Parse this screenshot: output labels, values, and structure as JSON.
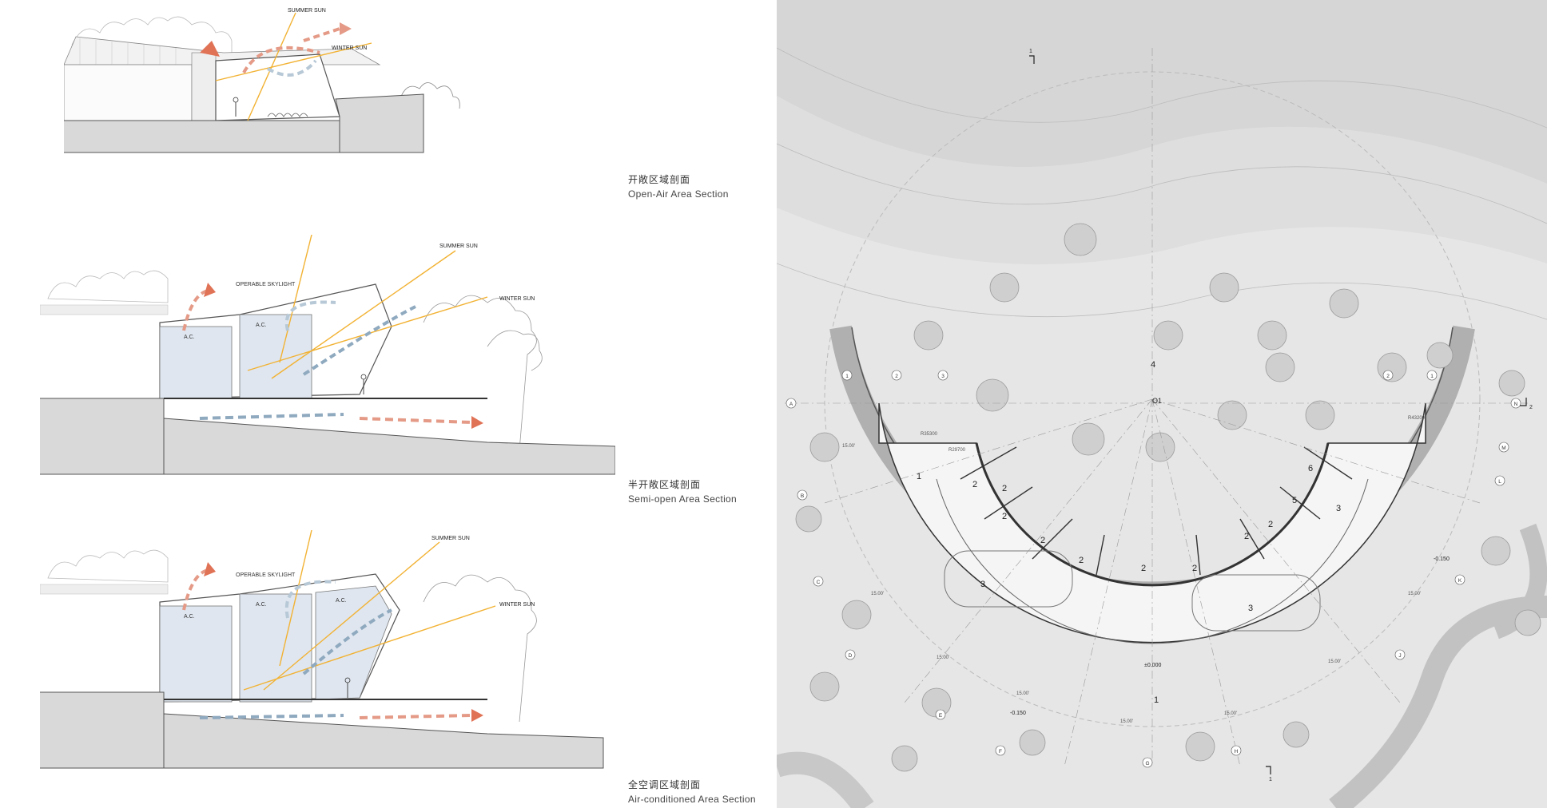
{
  "sections": [
    {
      "caption_zh": "开敞区域剖面",
      "caption_en": "Open-Air Area Section",
      "summer_sun": "SUMMER SUN",
      "winter_sun": "WINTER SUN"
    },
    {
      "caption_zh": "半开敞区域剖面",
      "caption_en": "Semi-open Area Section",
      "summer_sun": "SUMMER SUN",
      "winter_sun": "WINTER SUN",
      "skylight": "OPERABLE SKYLIGHT",
      "ac1": "A.C.",
      "ac2": "A.C."
    },
    {
      "caption_zh": "全空调区域剖面",
      "caption_en": "Air-conditioned Area Section",
      "summer_sun": "SUMMER SUN",
      "winter_sun": "WINTER SUN",
      "skylight": "OPERABLE SKYLIGHT",
      "ac1": "A.C.",
      "ac2": "A.C.",
      "ac3": "A.C."
    }
  ],
  "plan": {
    "centre": "O1",
    "rooms": {
      "r1a": "1",
      "r1b": "1",
      "r2a": "2",
      "r2b": "2",
      "r2c": "2",
      "r2d": "2",
      "r2e": "2",
      "r2f": "2",
      "r2g": "2",
      "r2h": "2",
      "r2i": "2",
      "r3a": "3",
      "r3b": "3",
      "r3c": "3",
      "r4": "4",
      "r5": "5",
      "r6": "6"
    },
    "grid": {
      "A": "A",
      "B": "B",
      "C": "C",
      "D": "D",
      "E": "E",
      "F": "F",
      "G": "G",
      "H": "H",
      "J": "J",
      "K": "K",
      "L": "L",
      "M": "M",
      "N": "N",
      "n1": "1",
      "n2": "2",
      "n3": "3",
      "n2r": "2",
      "n1r": "1"
    },
    "levels": {
      "main": "±0.000",
      "west": "-0.150",
      "east": "-0.150"
    },
    "dims": {
      "d1": "15.00'",
      "d2": "15.00'",
      "d3": "15.00'",
      "d4": "15.00'",
      "d5": "15.00'",
      "d6": "15.00'",
      "d7": "15.00'",
      "d8": "15.00'"
    },
    "section_marks": {
      "top": "1",
      "bottom": "1",
      "right": "2"
    },
    "radii": {
      "ra": "R43200",
      "rb": "R35300",
      "rc": "R29700"
    }
  }
}
